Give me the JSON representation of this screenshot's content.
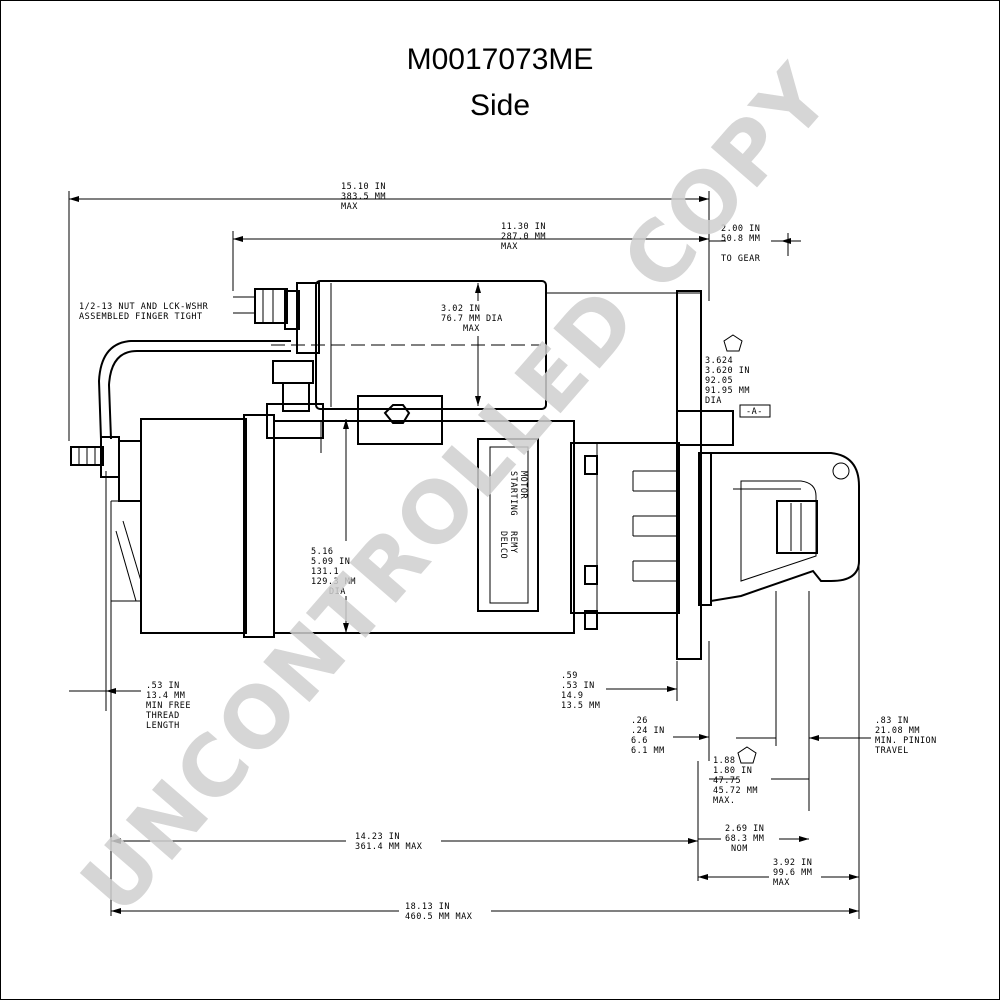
{
  "document": {
    "title": "M0017073ME",
    "subtitle": "Side",
    "watermark": "UNCONTROLLED COPY",
    "colors": {
      "line": "#000000",
      "watermark": "#cfcfcf",
      "background": "#ffffff"
    }
  },
  "dimensions": {
    "overall_max": [
      "15.10 IN",
      "383.5 MM",
      "MAX"
    ],
    "solenoid_length": [
      "11.30 IN",
      "287.0 MM",
      "MAX"
    ],
    "to_gear": [
      "2.00 IN",
      "50.8 MM",
      "TO GEAR"
    ],
    "nut_note": [
      "1/2-13 NUT AND LCK-WSHR",
      "ASSEMBLED FINGER TIGHT"
    ],
    "solenoid_dia": [
      "3.02 IN",
      "76.7 MM DIA",
      "MAX"
    ],
    "pilot_dia": [
      "3.624",
      "3.620 IN",
      "92.05",
      "91.95 MM",
      "DIA"
    ],
    "datum_a": "-A-",
    "frame_dia": [
      "5.16",
      "5.09 IN",
      "131.1",
      "129.3 MM",
      "DIA"
    ],
    "thread_length": [
      ".53 IN",
      "13.4 MM",
      "MIN FREE",
      "THREAD",
      "LENGTH"
    ],
    "flange_thickness": [
      ".59",
      ".53 IN",
      "14.9",
      "13.5 MM"
    ],
    "flange_gap": [
      ".26",
      ".24 IN",
      "6.6",
      "6.1 MM"
    ],
    "pinion_travel": [
      ".83 IN",
      "21.08 MM",
      "MIN. PINION",
      "TRAVEL"
    ],
    "pinion_offset": [
      "1.88",
      "1.80 IN",
      "47.75",
      "45.72 MM",
      "MAX."
    ],
    "motor_length": [
      "14.23 IN",
      "361.4 MM MAX"
    ],
    "nose_length": [
      "2.69 IN",
      "68.3 MM",
      "NOM"
    ],
    "nose_total": [
      "3.92 IN",
      "99.6 MM",
      "MAX"
    ],
    "total_length": [
      "18.13 IN",
      "460.5 MM MAX"
    ],
    "label_plate": [
      "STARTING",
      "MOTOR",
      "DELCO",
      "REMY"
    ]
  }
}
